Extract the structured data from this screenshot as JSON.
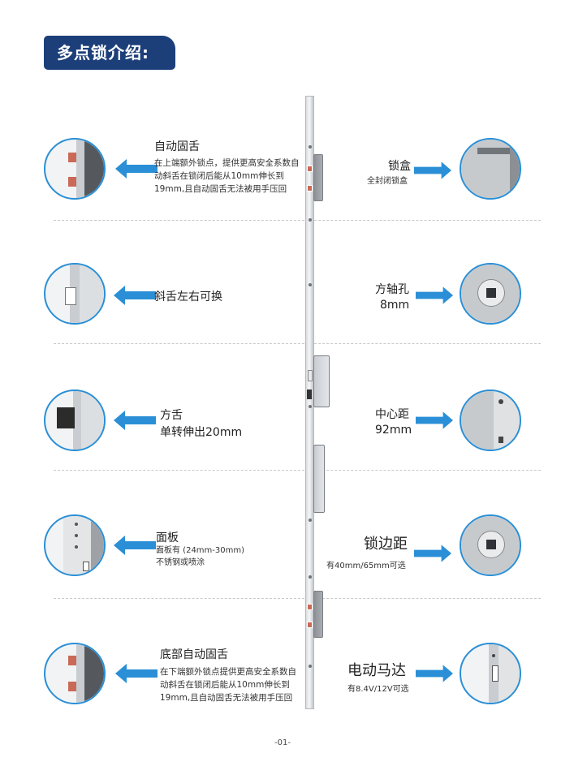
{
  "header": {
    "title": "多点锁介绍:"
  },
  "features_left": [
    {
      "title": "自动固舌",
      "description": "在上端额外锁点，提供更高安全系数自动斜舌在锁闭后能从10mm伸长到19mm,且自动固舌无法被用手压回"
    },
    {
      "title": "斜舌左右可换",
      "description": ""
    },
    {
      "title": "方舌",
      "description": "单转伸出20mm"
    },
    {
      "title": "面板",
      "description": "面板有 (24mm-30mm)\n不锈钢或喷涂"
    },
    {
      "title": "底部自动固舌",
      "description": "在下端额外锁点提供更高安全系数自动斜舌在锁闭后能从10mm伸长到19mm,且自动固舌无法被用手压回"
    }
  ],
  "features_right": [
    {
      "title": "锁盒",
      "subtitle": "全封闭锁盒"
    },
    {
      "title": "方轴孔",
      "subtitle": "8mm"
    },
    {
      "title": "中心距",
      "subtitle": "92mm"
    },
    {
      "title": "锁边距",
      "subtitle": "有40mm/65mm可选"
    },
    {
      "title": "电动马达",
      "subtitle": "有8.4V/12V可选"
    }
  ],
  "footer": {
    "page_number": "-01-"
  },
  "colors": {
    "banner": "#1c3f7a",
    "accent": "#2a8fd6"
  },
  "icons": [
    "arrow-left-icon",
    "arrow-right-icon"
  ]
}
